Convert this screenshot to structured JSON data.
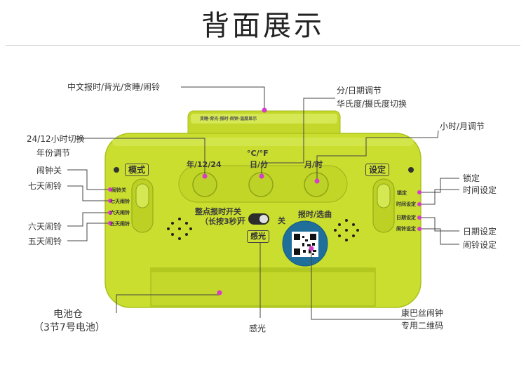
{
  "page": {
    "title": "背面展示"
  },
  "callouts": {
    "chinese_announce": "中文报时/背光/贪睡/闹铃",
    "minute_date": "分/日期调节",
    "temp_unit": "华氏度/摄氏度切换",
    "hour_month": "小时/月调节",
    "mode_12_24": "24/12小时切换",
    "year_adjust": "年份调节",
    "alarm_off": "闹钟关",
    "alarm_7day": "七天闹铃",
    "alarm_6day": "六天闹铃",
    "alarm_5day": "五天闹铃",
    "lock": "锁定",
    "time_set": "时间设定",
    "date_set": "日期设定",
    "alarm_set": "闹铃设定",
    "battery_line1": "电池仓",
    "battery_line2": "（3节7号电池）",
    "light_sensor": "感光",
    "qr_line1": "康巴丝闹钟",
    "qr_line2": "专用二维码"
  },
  "device": {
    "mode_label": "模式",
    "set_label": "设定",
    "btn1_label": "年/12/24",
    "btn2_top": "°C/°F",
    "btn2_label": "日/分",
    "btn3_label": "月/时",
    "hourly_chime": "整点报时开关",
    "hold_3s": "（长按3秒）",
    "on": "开",
    "off": "关",
    "sense_light": "感光",
    "announce_select": "报时/选曲",
    "left_switch": [
      "闹铃关",
      "七天闹铃",
      "六天闹铃",
      "五天闹铃"
    ],
    "right_switch": [
      "锁定",
      "时间设定",
      "日期设定",
      "闹铃设定"
    ],
    "top_label": "贪睡·背光·报时·闹钟·温度显示"
  },
  "colors": {
    "body": "#c9de2f",
    "dot": "#d63cc8",
    "line": "#444444"
  }
}
